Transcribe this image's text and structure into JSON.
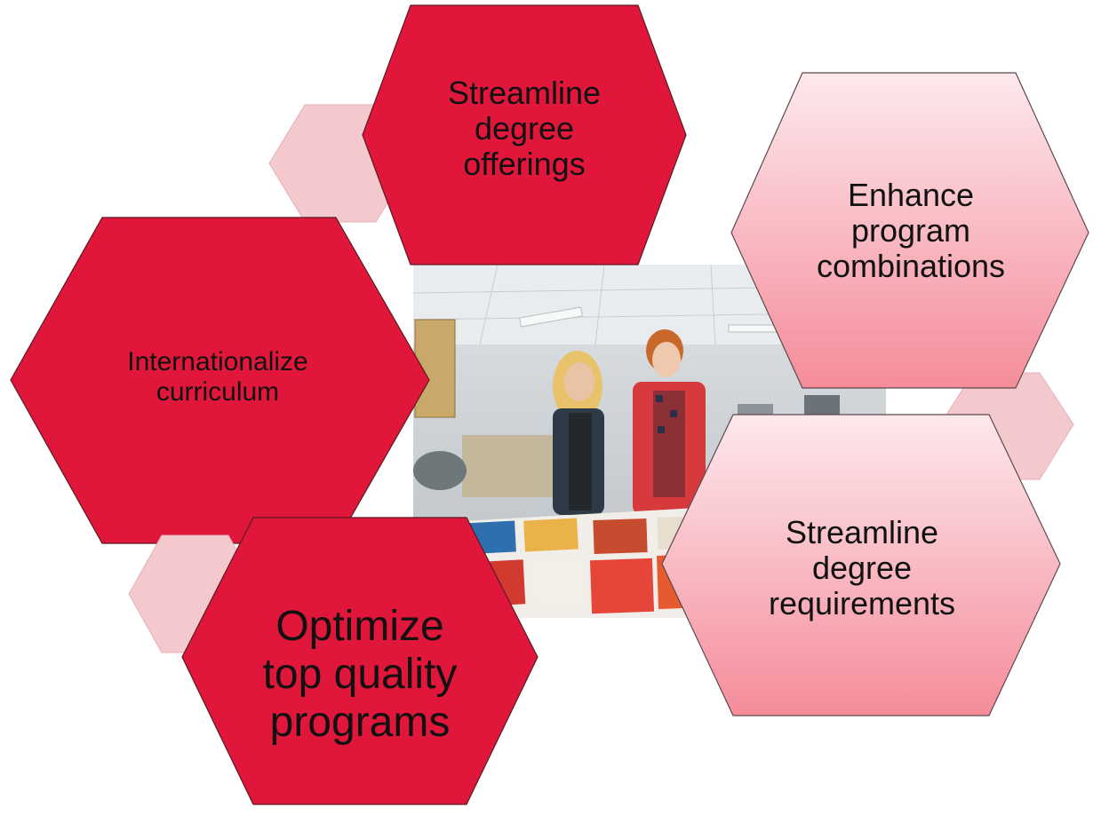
{
  "diagram": {
    "colors": {
      "crimson": "#e0173a",
      "crimson_outline": "#5a1a22",
      "pink_top": "#fce8ec",
      "pink_bottom": "#f58c9a",
      "pale_pink": "#f3c9cd",
      "pale_outline": "#e6b1b6"
    },
    "nodes": {
      "streamline_offerings": "Streamline\ndegree\nofferings",
      "enhance_combinations": "Enhance\nprogram\ncombinations",
      "internationalize": "Internationalize\ncurriculum",
      "streamline_requirements": "Streamline\ndegree\nrequirements",
      "optimize": "Optimize\ntop quality\nprograms"
    },
    "photo": {
      "description": "photo-of-two-students-reviewing-poster-designs"
    }
  }
}
